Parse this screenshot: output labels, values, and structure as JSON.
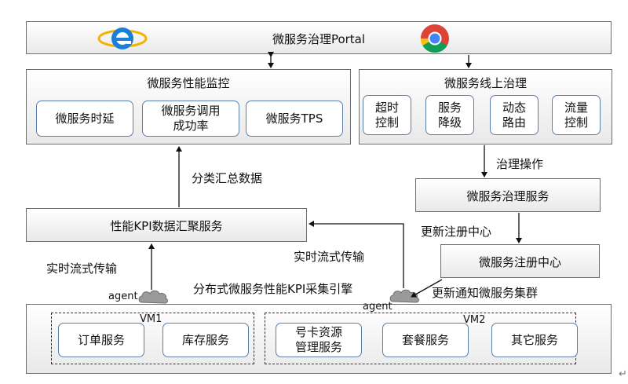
{
  "portal": {
    "title": "微服务治理Portal",
    "browser_icons": [
      "internet-explorer-icon",
      "chrome-icon"
    ]
  },
  "performance_monitor": {
    "title": "微服务性能监控",
    "items": [
      "微服务时延",
      "微服务调用\n成功率",
      "微服务TPS"
    ]
  },
  "online_governance": {
    "title": "微服务线上治理",
    "items": [
      "超时\n控制",
      "服务\n降级",
      "动态\n路由",
      "流量\n控制"
    ]
  },
  "labels": {
    "classify_summary": "分类汇总数据",
    "governance_ops": "治理操作",
    "update_registry": "更新注册中心",
    "realtime_left": "实时流式传输",
    "realtime_right": "实时流式传输",
    "update_notify": "更新通知微服务集群",
    "agent_left": "agent",
    "agent_right": "agent",
    "kpi_engine": "分布式微服务性能KPI采集引擎",
    "corner_mark": "↵"
  },
  "services": {
    "governance_service": "微服务治理服务",
    "registry_center": "微服务注册中心",
    "kpi_aggregation": "性能KPI数据汇聚服务"
  },
  "vm1": {
    "name": "VM1",
    "items": [
      "订单服务",
      "库存服务"
    ]
  },
  "vm2": {
    "name": "VM2",
    "items": [
      "号卡资源\n管理服务",
      "套餐服务",
      "其它服务"
    ]
  }
}
